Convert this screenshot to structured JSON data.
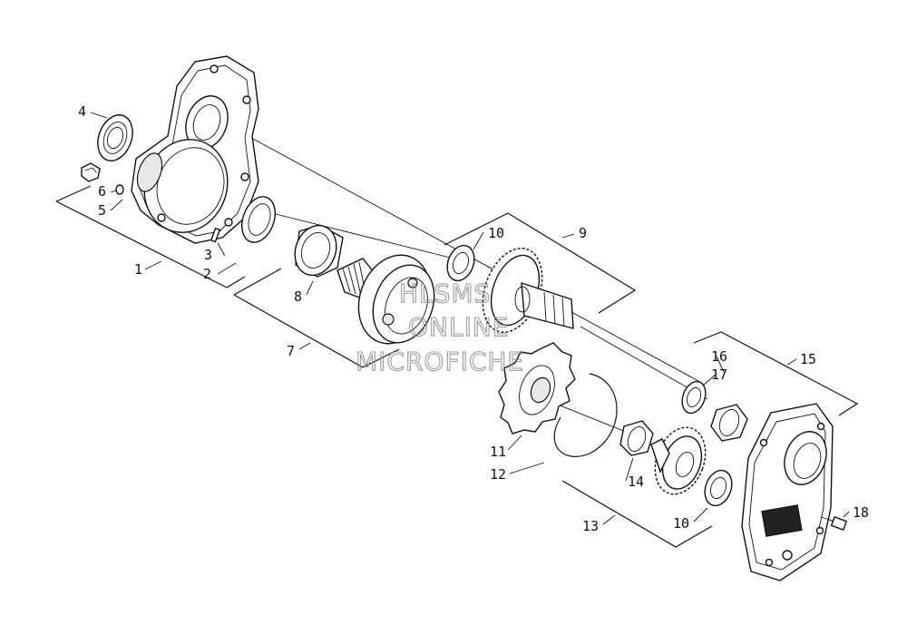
{
  "callouts": {
    "c1": "1",
    "c2": "2",
    "c3": "3",
    "c4": "4",
    "c5": "5",
    "c6": "6",
    "c7": "7",
    "c8": "8",
    "c9": "9",
    "c10a": "10",
    "c10b": "10",
    "c11": "11",
    "c12": "12",
    "c13": "13",
    "c14": "14",
    "c15": "15",
    "c16": "16",
    "c17": "17",
    "c18": "18"
  },
  "watermark": {
    "line1": "HLSMS",
    "line2": "ONLINE",
    "line3": "MICROFICHE"
  }
}
